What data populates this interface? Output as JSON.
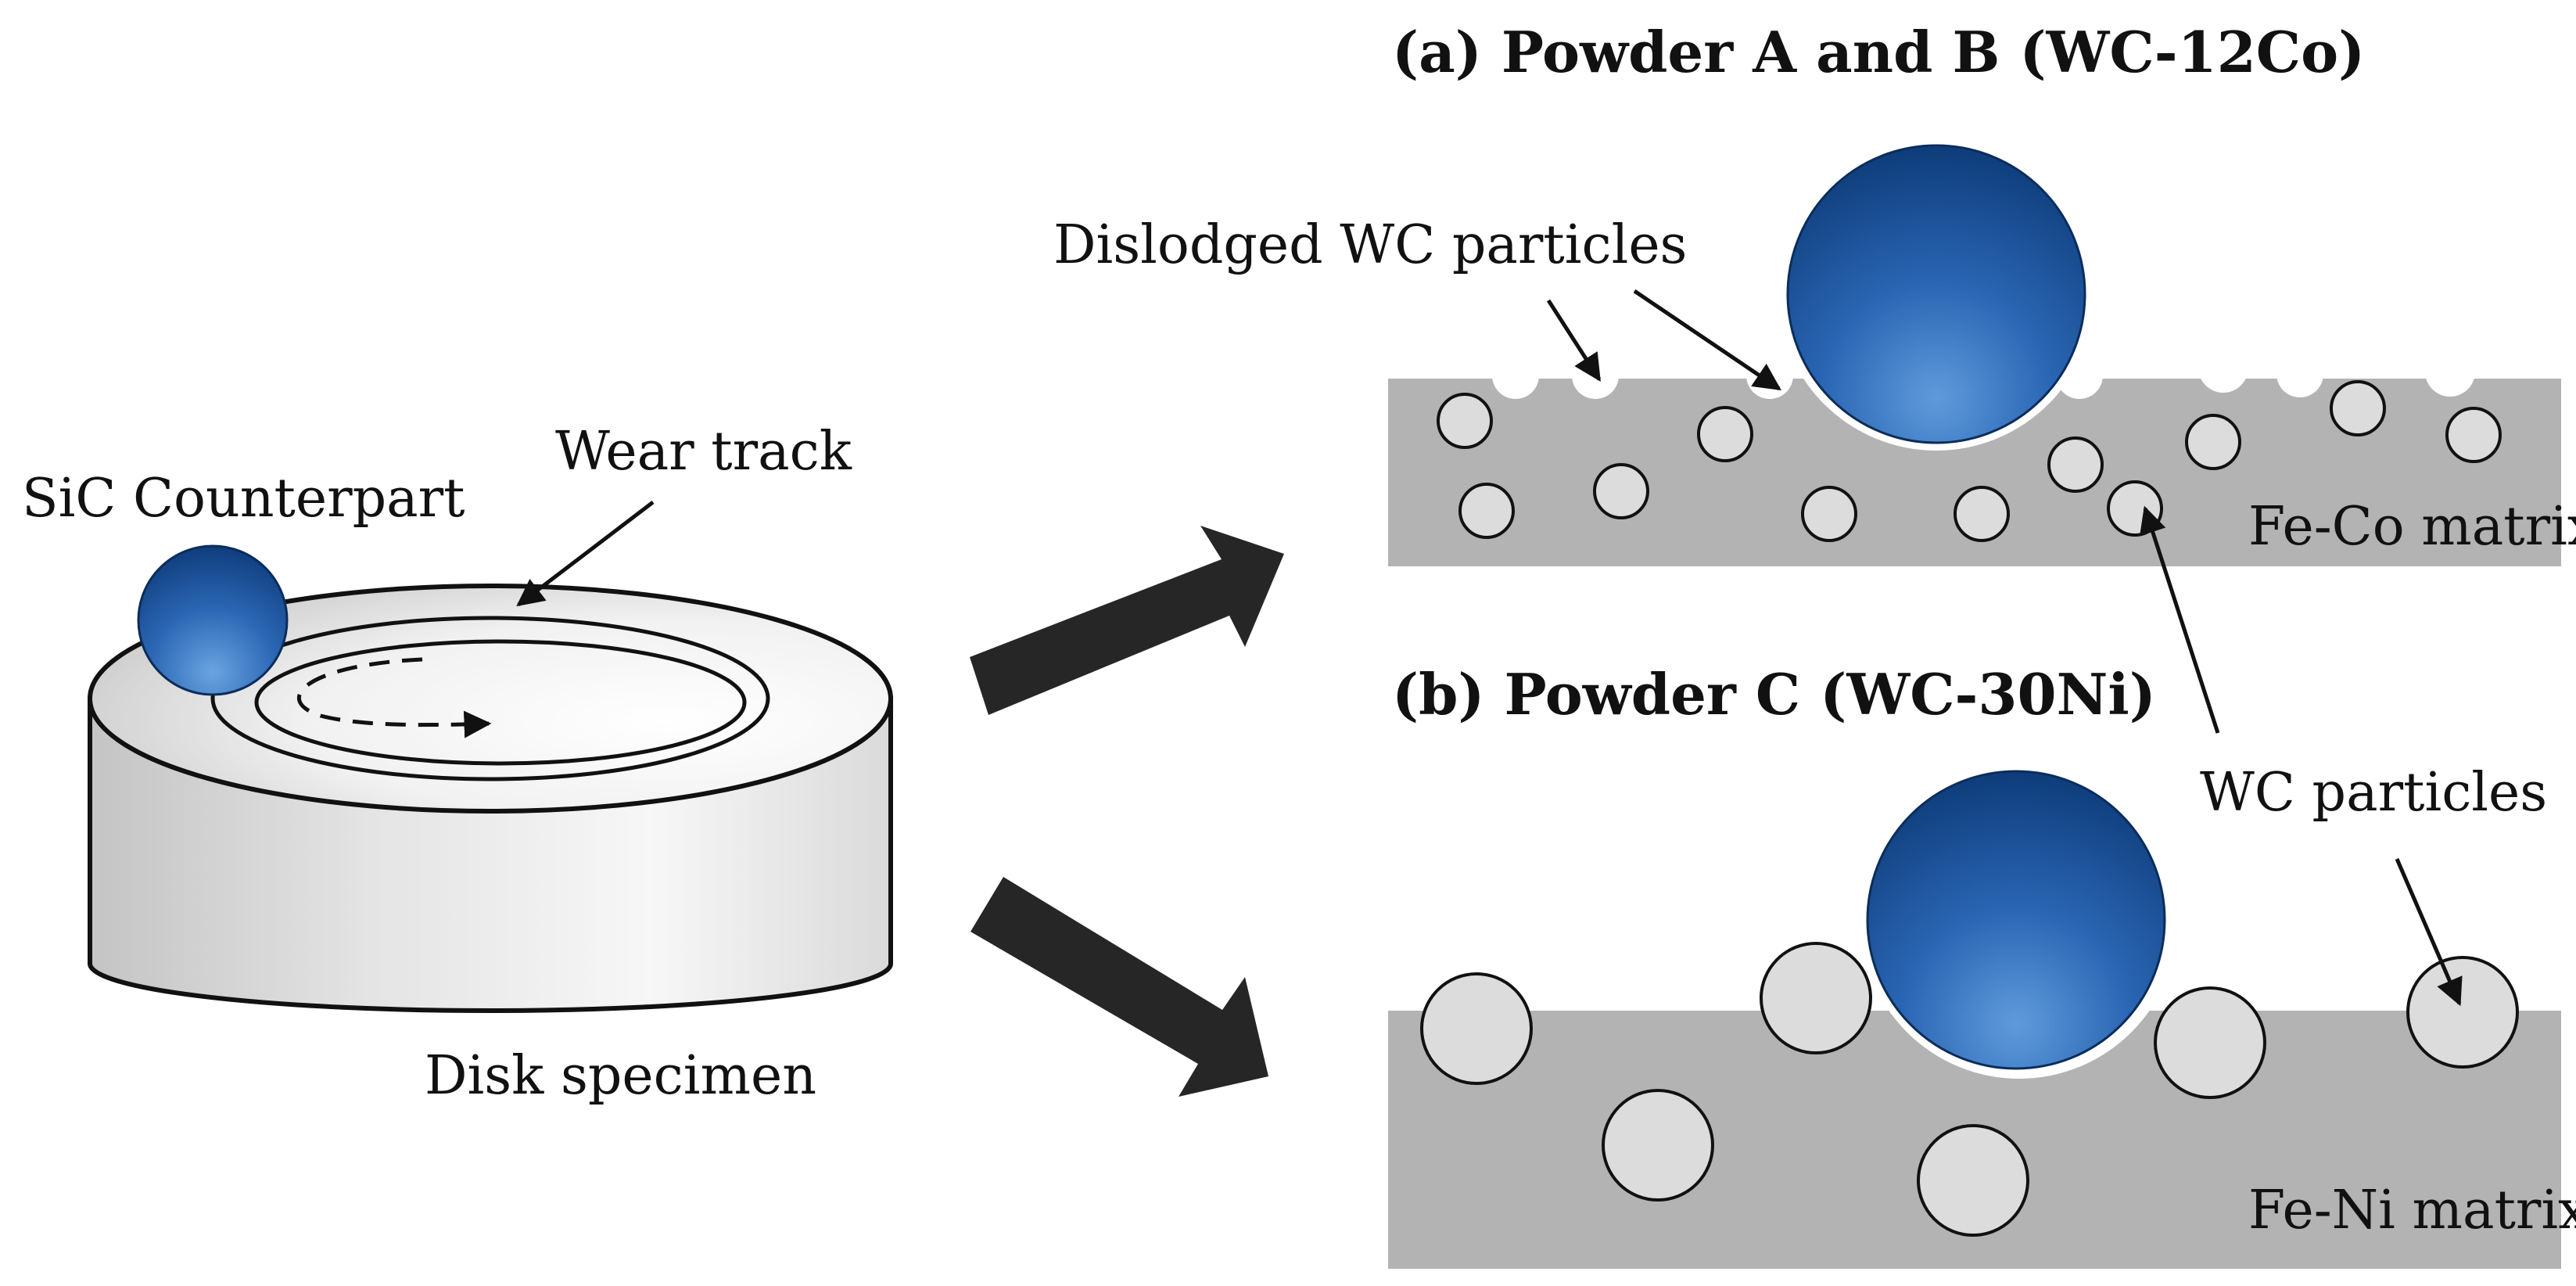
{
  "labels": {
    "sic_counterpart": "SiC Counterpart",
    "wear_track": "Wear track",
    "disk_specimen": "Disk specimen",
    "panel_a_title": "(a) Powder A and B (WC-12Co)",
    "dislodged_wc": "Dislodged WC particles",
    "fe_co_matrix": "Fe-Co matrix",
    "panel_b_title": "(b) Powder C (WC-30Ni)",
    "wc_particles": "WC particles",
    "fe_ni_matrix": "Fe-Ni matrix"
  },
  "colors": {
    "matrix": "#b3b3b3",
    "particle": "#dcdcdc",
    "ball_light": "#5b97d6",
    "ball_dark": "#0f3f80",
    "arrow": "#262626",
    "outline": "#111111"
  }
}
